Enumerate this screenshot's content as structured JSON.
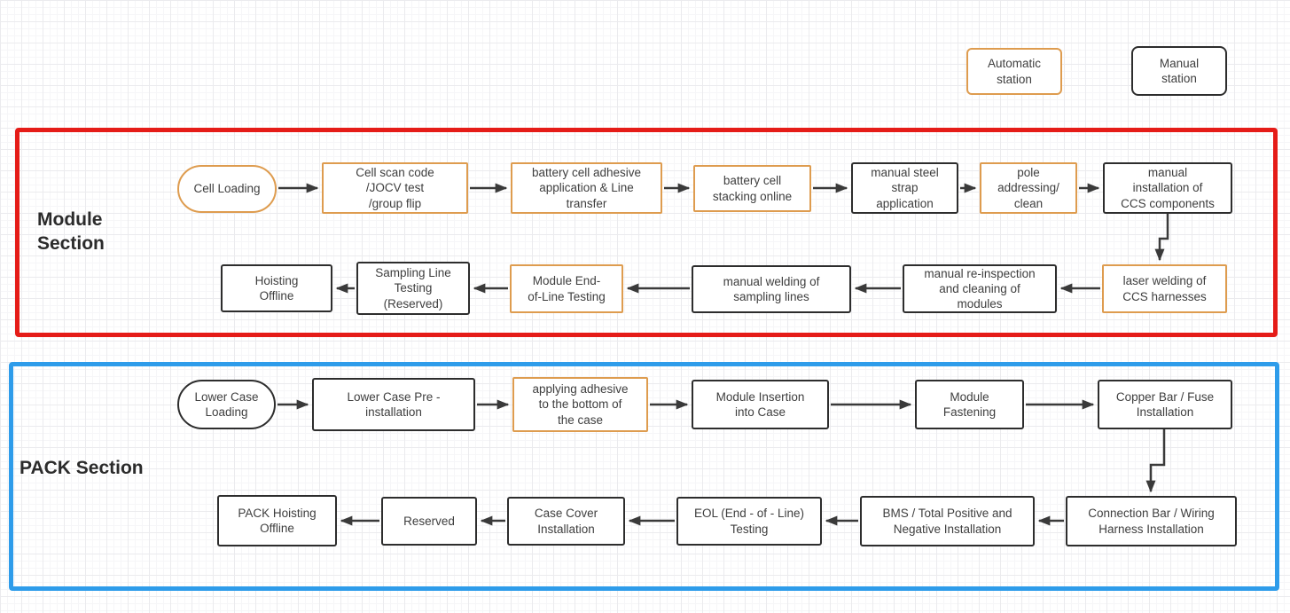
{
  "legend": {
    "automatic": {
      "label": "Automatic\nstation",
      "border_color": "#DE9C4F"
    },
    "manual": {
      "label": "Manual\nstation",
      "border_color": "#2D2D2D"
    }
  },
  "colors": {
    "automatic_station_border": "#DE9C4F",
    "manual_station_border": "#2D2D2D",
    "module_section_frame": "#E51C18",
    "pack_section_frame": "#2E9CEA",
    "arrow": "#3A3A3A",
    "box_fill": "#FFFFFF",
    "text": "#3E3E3E"
  },
  "module_section": {
    "title": "Module\nSection",
    "nodes": [
      {
        "label": "Cell Loading",
        "type": "automatic",
        "shape": "pill"
      },
      {
        "label": "Cell scan code\n/JOCV test\n/group flip",
        "type": "automatic",
        "shape": "rect"
      },
      {
        "label": "battery cell adhesive\napplication & Line\ntransfer",
        "type": "automatic",
        "shape": "rect"
      },
      {
        "label": "battery cell\nstacking online",
        "type": "automatic",
        "shape": "rect"
      },
      {
        "label": "manual steel\nstrap\napplication",
        "type": "manual",
        "shape": "rect"
      },
      {
        "label": "pole\naddressing/\nclean",
        "type": "automatic",
        "shape": "rect"
      },
      {
        "label": "manual\ninstallation of\nCCS components",
        "type": "manual",
        "shape": "rect"
      },
      {
        "label": "laser welding of\nCCS harnesses",
        "type": "automatic",
        "shape": "rect"
      },
      {
        "label": "manual re-inspection\nand cleaning of\nmodules",
        "type": "manual",
        "shape": "rect"
      },
      {
        "label": "manual welding of\nsampling lines",
        "type": "manual",
        "shape": "rect"
      },
      {
        "label": "Module End-\nof-Line Testing",
        "type": "automatic",
        "shape": "rect"
      },
      {
        "label": "Sampling Line\nTesting\n(Reserved)",
        "type": "manual",
        "shape": "rect"
      },
      {
        "label": "Hoisting\nOffline",
        "type": "manual",
        "shape": "rect"
      }
    ]
  },
  "pack_section": {
    "title": "PACK Section",
    "nodes": [
      {
        "label": "Lower Case\nLoading",
        "type": "manual",
        "shape": "pill"
      },
      {
        "label": "Lower Case Pre -\ninstallation",
        "type": "manual",
        "shape": "rect"
      },
      {
        "label": "applying adhesive\nto the bottom of\nthe case",
        "type": "automatic",
        "shape": "rect"
      },
      {
        "label": "Module Insertion\ninto Case",
        "type": "manual",
        "shape": "rect"
      },
      {
        "label": "Module\nFastening",
        "type": "manual",
        "shape": "rect"
      },
      {
        "label": "Copper Bar / Fuse\nInstallation",
        "type": "manual",
        "shape": "rect"
      },
      {
        "label": "Connection Bar / Wiring\nHarness Installation",
        "type": "manual",
        "shape": "rect"
      },
      {
        "label": "BMS / Total Positive and\nNegative Installation",
        "type": "manual",
        "shape": "rect"
      },
      {
        "label": "EOL (End - of - Line)\nTesting",
        "type": "manual",
        "shape": "rect"
      },
      {
        "label": "Case Cover\nInstallation",
        "type": "manual",
        "shape": "rect"
      },
      {
        "label": "Reserved",
        "type": "manual",
        "shape": "rect"
      },
      {
        "label": "PACK Hoisting\nOffline",
        "type": "manual",
        "shape": "rect"
      }
    ]
  }
}
